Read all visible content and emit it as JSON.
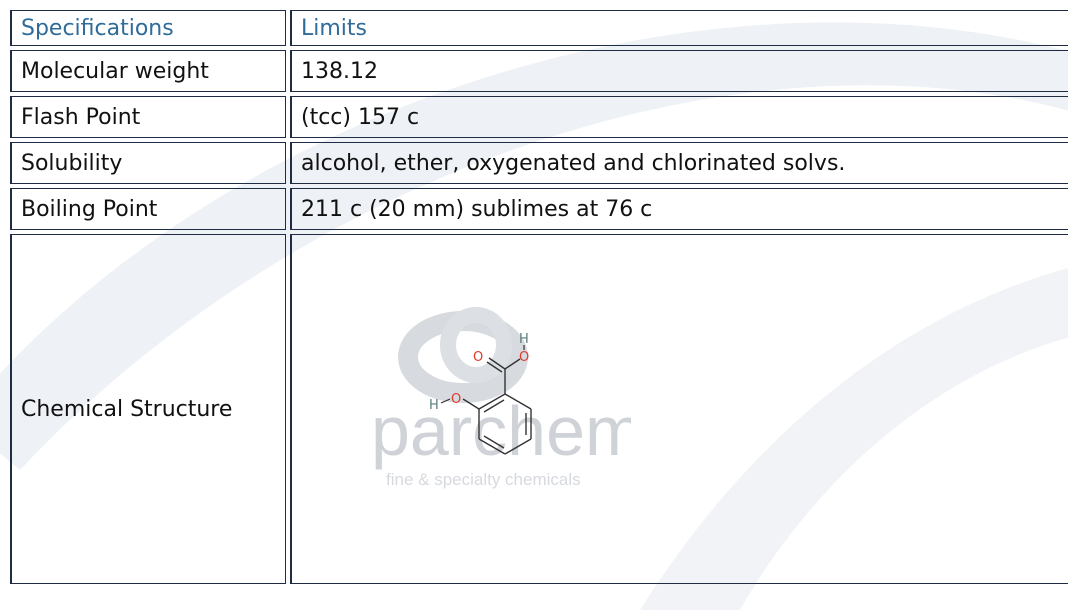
{
  "table": {
    "header": {
      "col1": "Specifications",
      "col2": "Limits"
    },
    "rows": [
      {
        "label": "Molecular weight",
        "value": "138.12"
      },
      {
        "label": "Flash Point",
        "value": "(tcc) 157 c"
      },
      {
        "label": "Solubility",
        "value": "alcohol, ether, oxygenated and chlorinated solvs."
      },
      {
        "label": "Boiling Point",
        "value": "211 c (20 mm) sublimes at 76 c"
      }
    ],
    "structure_row": {
      "label": "Chemical Structure"
    }
  },
  "molecule": {
    "atoms": {
      "o": "O",
      "h": "H"
    }
  },
  "watermark": {
    "brand": "parchem",
    "tagline": "fine & specialty chemicals"
  },
  "colors": {
    "header_text": "#2f6c99",
    "border": "#1f2d44",
    "oxygen": "#e03a2f",
    "hydrogen": "#5a7d7a",
    "watermark": "#c9ccd2"
  }
}
